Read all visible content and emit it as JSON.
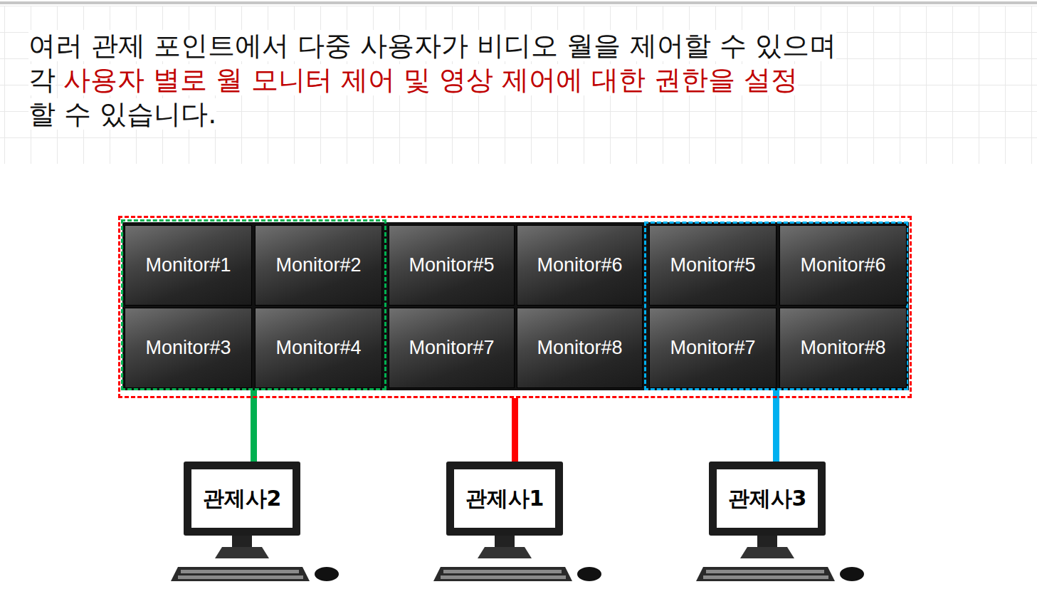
{
  "diagram": {
    "nodes": [
      {
        "text": []
      },
      {
        "text": [],
        "in": 0
      },
      {
        "text": [
          "Monitor#1"
        ],
        "in": 1
      },
      {
        "text": [
          "Monitor#2"
        ],
        "in": 1
      },
      {
        "text": [
          "Monitor#3"
        ],
        "in": 1
      },
      {
        "text": [
          "Monitor#4"
        ],
        "in": 1
      },
      {
        "text": [
          "Monitor#5"
        ],
        "in": 0
      },
      {
        "text": [
          "Monitor#6"
        ],
        "in": 0
      },
      {
        "text": [
          "Monitor#7"
        ],
        "in": 0
      },
      {
        "text": [
          "Monitor#8"
        ],
        "in": 0
      },
      {
        "text": [],
        "in": 0
      },
      {
        "text": [
          "Monitor#5"
        ],
        "in": 10
      },
      {
        "text": [
          "Monitor#6"
        ],
        "in": 10
      },
      {
        "text": [
          "Monitor#7"
        ],
        "in": 10
      },
      {
        "text": [
          "Monitor#8"
        ],
        "in": 10
      },
      {
        "text": [
          "관제사2"
        ]
      },
      {
        "text": [
          "관제사1"
        ]
      },
      {
        "text": [
          "관제사3"
        ]
      }
    ],
    "edges": [
      {
        "from": 15,
        "to": 1,
        "arrow": "none"
      },
      {
        "from": 16,
        "to": 0,
        "arrow": "none"
      },
      {
        "from": 17,
        "to": 10,
        "arrow": "none"
      }
    ],
    "labels": [
      "여러 관제 포인트에서 다중 사용자가 비디오 월을 제어할 수 있으며",
      "각",
      "사용자 별로 월 모니터 제어 및 영상 제어에 대한 권한을 설정",
      "할 수 있습니다."
    ]
  }
}
